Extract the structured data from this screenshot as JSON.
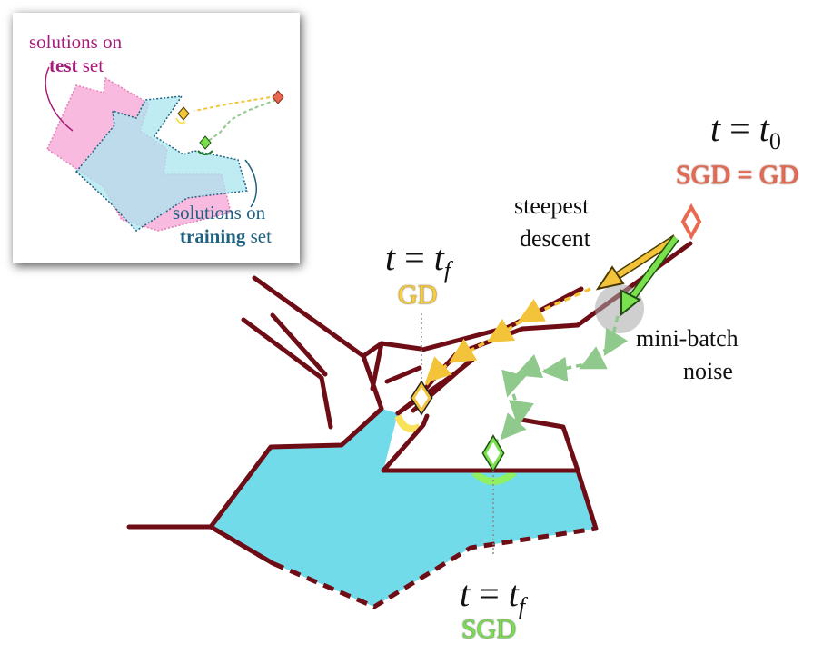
{
  "inset": {
    "test_line1": "solutions on",
    "test_bold": "test",
    "test_rest": " set",
    "train_line1": "solutions on",
    "train_bold": "training",
    "train_rest": " set"
  },
  "labels": {
    "t0_var": "t",
    "t0_eq": " = ",
    "t0_val": "t",
    "t0_sub": "0",
    "sgd_eq_gd": "SGD = GD",
    "steepest": "steepest",
    "descent": "descent",
    "noise1": "mini-batch",
    "noise2": "noise",
    "tf_gd_var": "t",
    "tf_gd_eq": " = ",
    "tf_gd_val": "t",
    "tf_gd_sub": "f",
    "gd": "GD",
    "tf_sgd_var": "t",
    "tf_sgd_eq": " = ",
    "tf_sgd_val": "t",
    "tf_sgd_sub": "f",
    "sgd": "SGD"
  },
  "colors": {
    "wall": "#6e0d16",
    "basin": "#72dbe9",
    "gd_path": "#f3c33a",
    "sgd_path": "#8fc98c",
    "start_marker": "#e8694f",
    "test_region": "#f6a9d6",
    "train_region": "#a9e6ef"
  }
}
